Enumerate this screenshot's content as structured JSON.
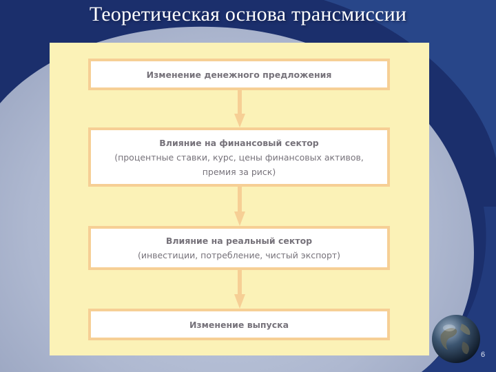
{
  "slide": {
    "title": "Теоретическая основа трансмиссии",
    "page_number": "6"
  },
  "flow": {
    "steps": [
      {
        "title": "Изменение денежного предложения"
      },
      {
        "title": "Влияние на финансовый сектор",
        "detail_line1": "(процентные ставки, курс, цены финансовых активов,",
        "detail_line2": "премия за риск)"
      },
      {
        "title": "Влияние на реальный сектор",
        "detail_line1": "(инвестиции, потребление, чистый экспорт)"
      },
      {
        "title": "Изменение выпуска"
      }
    ]
  },
  "colors": {
    "panel": "#fbf2b7",
    "box_border": "#f6cf95",
    "arrow": "#f6cf95",
    "text": "#76727a",
    "background": "#aeb8d0",
    "frame": "#1a2f6e"
  }
}
